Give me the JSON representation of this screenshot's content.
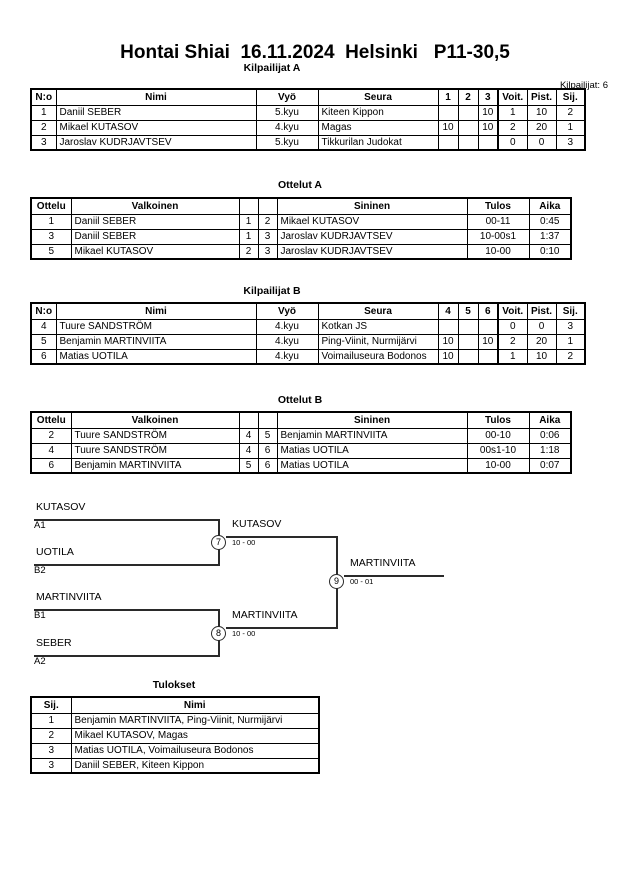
{
  "header": {
    "title": "Hontai Shiai  16.11.2024  Helsinki   P11-30,5",
    "competitors_label": "Kilpailijat: 6"
  },
  "pool_a": {
    "heading": "Kilpailijat A",
    "columns": [
      "N:o",
      "Nimi",
      "Vyö",
      "Seura",
      "1",
      "2",
      "3",
      "Voit.",
      "Pist.",
      "Sij."
    ],
    "rows": [
      {
        "no": "1",
        "name": "Daniil SEBER",
        "belt": "5.kyu",
        "club": "Kiteen Kippon",
        "s1": "",
        "s2": "",
        "s3": "10",
        "wins": "1",
        "points": "10",
        "rank": "2"
      },
      {
        "no": "2",
        "name": "Mikael KUTASOV",
        "belt": "4.kyu",
        "club": "Magas",
        "s1": "10",
        "s2": "",
        "s3": "10",
        "wins": "2",
        "points": "20",
        "rank": "1"
      },
      {
        "no": "3",
        "name": "Jaroslav KUDRJAVTSEV",
        "belt": "5.kyu",
        "club": "Tikkurilan Judokat",
        "s1": "",
        "s2": "",
        "s3": "",
        "wins": "0",
        "points": "0",
        "rank": "3"
      }
    ]
  },
  "matches_a": {
    "heading": "Ottelut A",
    "columns": [
      "Ottelu",
      "Valkoinen",
      "",
      "",
      "Sininen",
      "Tulos",
      "Aika"
    ],
    "rows": [
      {
        "match": "1",
        "white": "Daniil SEBER",
        "wno": "1",
        "bno": "2",
        "blue": "Mikael KUTASOV",
        "result": "00-11",
        "time": "0:45"
      },
      {
        "match": "3",
        "white": "Daniil SEBER",
        "wno": "1",
        "bno": "3",
        "blue": "Jaroslav KUDRJAVTSEV",
        "result": "10-00s1",
        "time": "1:37"
      },
      {
        "match": "5",
        "white": "Mikael KUTASOV",
        "wno": "2",
        "bno": "3",
        "blue": "Jaroslav KUDRJAVTSEV",
        "result": "10-00",
        "time": "0:10"
      }
    ]
  },
  "pool_b": {
    "heading": "Kilpailijat B",
    "columns": [
      "N:o",
      "Nimi",
      "Vyö",
      "Seura",
      "4",
      "5",
      "6",
      "Voit.",
      "Pist.",
      "Sij."
    ],
    "rows": [
      {
        "no": "4",
        "name": "Tuure SANDSTRÖM",
        "belt": "4.kyu",
        "club": "Kotkan JS",
        "s1": "",
        "s2": "",
        "s3": "",
        "wins": "0",
        "points": "0",
        "rank": "3"
      },
      {
        "no": "5",
        "name": "Benjamin MARTINVIITA",
        "belt": "4.kyu",
        "club": "Ping-Viinit, Nurmijärvi",
        "s1": "10",
        "s2": "",
        "s3": "10",
        "wins": "2",
        "points": "20",
        "rank": "1"
      },
      {
        "no": "6",
        "name": "Matias UOTILA",
        "belt": "4.kyu",
        "club": "Voimailuseura Bodonos",
        "s1": "10",
        "s2": "",
        "s3": "",
        "wins": "1",
        "points": "10",
        "rank": "2"
      }
    ]
  },
  "matches_b": {
    "heading": "Ottelut B",
    "columns": [
      "Ottelu",
      "Valkoinen",
      "",
      "",
      "Sininen",
      "Tulos",
      "Aika"
    ],
    "rows": [
      {
        "match": "2",
        "white": "Tuure SANDSTRÖM",
        "wno": "4",
        "bno": "5",
        "blue": "Benjamin MARTINVIITA",
        "result": "00-10",
        "time": "0:06"
      },
      {
        "match": "4",
        "white": "Tuure SANDSTRÖM",
        "wno": "4",
        "bno": "6",
        "blue": "Matias UOTILA",
        "result": "00s1-10",
        "time": "1:18"
      },
      {
        "match": "6",
        "white": "Benjamin MARTINVIITA",
        "wno": "5",
        "bno": "6",
        "blue": "Matias UOTILA",
        "result": "10-00",
        "time": "0:07"
      }
    ]
  },
  "bracket": {
    "entries": [
      {
        "name": "KUTASOV",
        "seed": "A1"
      },
      {
        "name": "UOTILA",
        "seed": "B2"
      },
      {
        "name": "MARTINVIITA",
        "seed": "B1"
      },
      {
        "name": "SEBER",
        "seed": "A2"
      }
    ],
    "semifinals": [
      {
        "node": "7",
        "winner": "KUTASOV",
        "score": "10 - 00"
      },
      {
        "node": "8",
        "winner": "MARTINVIITA",
        "score": "10 - 00"
      }
    ],
    "final": {
      "node": "9",
      "winner": "MARTINVIITA",
      "score": "00 - 01"
    }
  },
  "results": {
    "heading": "Tulokset",
    "columns": [
      "Sij.",
      "Nimi"
    ],
    "rows": [
      {
        "rank": "1",
        "name": "Benjamin MARTINVIITA, Ping-Viinit, Nurmijärvi"
      },
      {
        "rank": "2",
        "name": "Mikael KUTASOV, Magas"
      },
      {
        "rank": "3",
        "name": "Matias UOTILA, Voimailuseura Bodonos"
      },
      {
        "rank": "3",
        "name": "Daniil SEBER, Kiteen Kippon"
      }
    ]
  }
}
